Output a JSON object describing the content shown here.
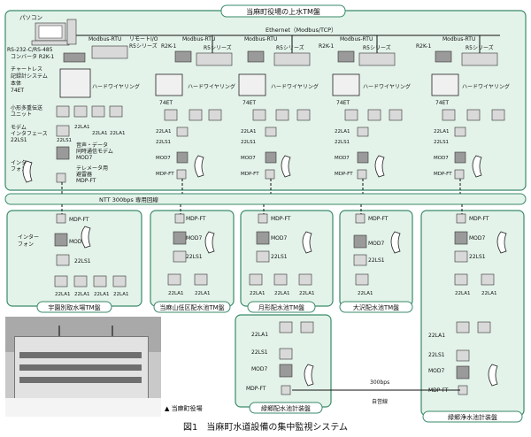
{
  "figure_caption": "図1　当麻町水道設備の集中監視システム",
  "photo_caption": "▲ 当麻町役場",
  "panels": {
    "office": "当麻町役場の上水TM盤",
    "ubetsu": "宇園別取水場TM盤",
    "tomasan": "当麻山低区配水池TM盤",
    "tsukigata": "月形配水池TM盤",
    "osawa": "大沢配水池TM盤",
    "ryokugo_dist": "緑郷配水池計装盤",
    "ryokugo_water": "緑郷浄水池計装盤"
  },
  "upper": {
    "pc": "パソコン",
    "rs232": "RS-232-C/RS-485",
    "converter": "コンバータ R2K-1",
    "recorder_1": "チャートレス",
    "recorder_2": "記録計システム",
    "recorder_3": "本体",
    "recorder_4": "74ET",
    "modbus": "Modbus-RTU",
    "remote_io": "リモートI/O",
    "r5": "R5シリーズ",
    "r2k1": "R2K-1",
    "et74": "74ET",
    "hardwire": "ハードワイヤリング",
    "ethernet": "Ethernet（Modbus/TCP）",
    "small_telemeter_1": "小形多重伝送",
    "small_telemeter_2": "ユニット",
    "modem_if_1": "モデム",
    "modem_if_2": "インタフェース",
    "modem_if_3": "22LS1",
    "interphone_1": "インター",
    "interphone_2": "フォン",
    "voice_1": "音声・データ",
    "voice_2": "同時通信モデム",
    "mod7": "MOD7",
    "arrester_1": "テレメータ用",
    "arrester_2": "避雷器",
    "mdp_ft": "MDP-FT",
    "ntt": "NTT 300bps 専用回線"
  },
  "labels": {
    "la": "22LA1",
    "ls": "22LS1",
    "mod7": "MOD7",
    "mdp": "MDP-FT"
  },
  "lower": {
    "speed": "300bps",
    "private_line": "自営線"
  }
}
